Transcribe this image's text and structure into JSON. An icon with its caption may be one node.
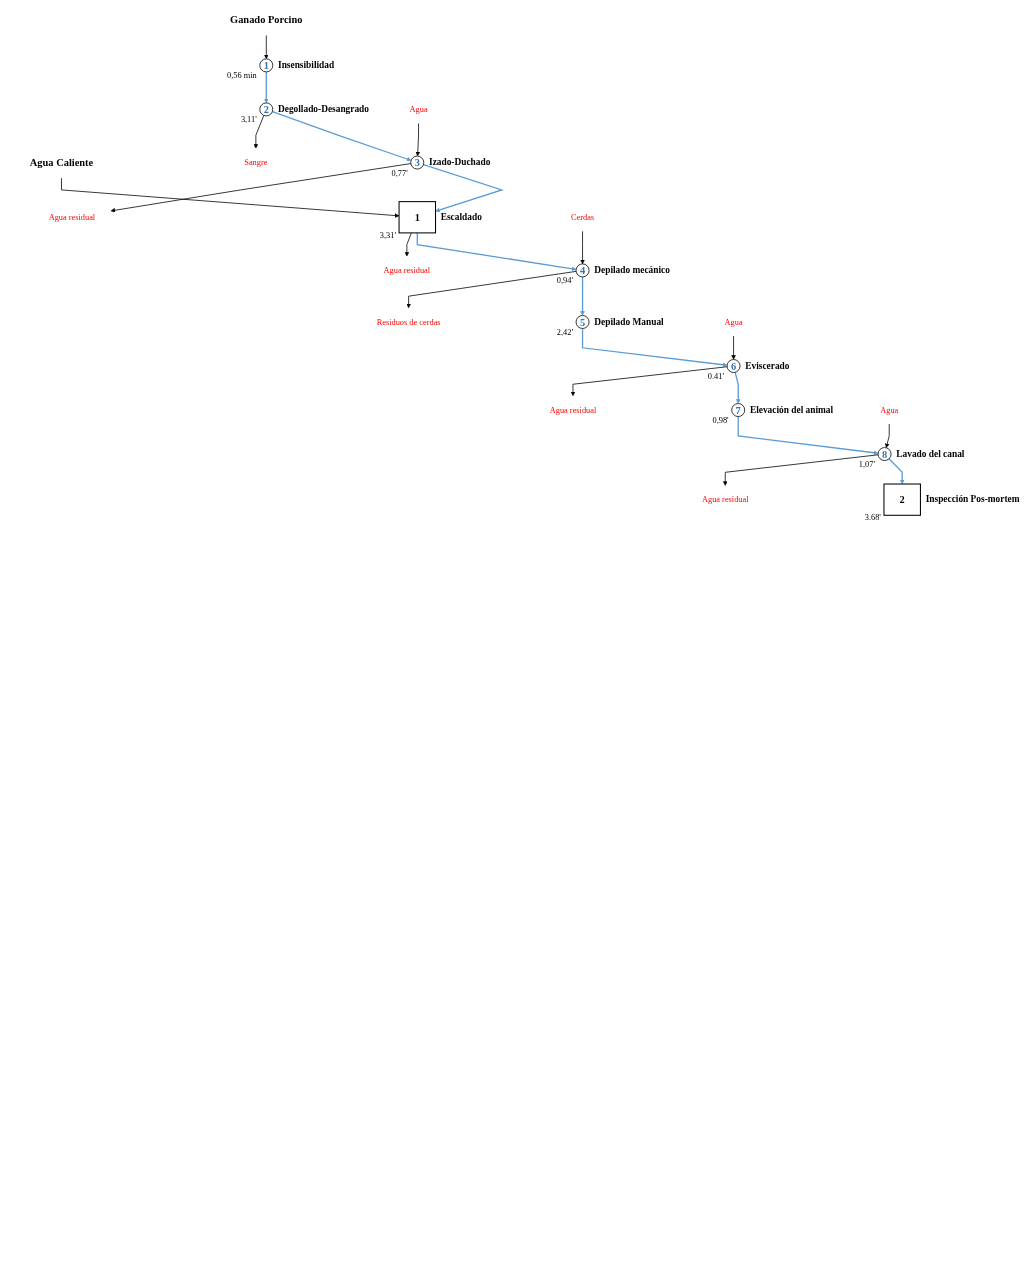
{
  "diagram": {
    "nodes": [
      {
        "text": [
          "Ganado Porcino"
        ]
      },
      {
        "text": [
          "Agua Caliente"
        ]
      },
      {
        "text": [
          "1"
        ],
        "beside": [
          "0,56 min",
          "Insensibilidad"
        ]
      },
      {
        "text": [
          "2"
        ],
        "beside": [
          "3,11'",
          "Degollado-Desangrado"
        ]
      },
      {
        "text": [
          "Sangre"
        ]
      },
      {
        "text": [
          "Agua"
        ]
      },
      {
        "text": [
          "3"
        ],
        "beside": [
          "0,77'",
          "Izado-Duchado"
        ]
      },
      {
        "text": [
          "Agua residual"
        ]
      },
      {
        "text": [
          "1"
        ],
        "beside": [
          "3,31'",
          "Escaldado"
        ]
      },
      {
        "text": [
          "Agua residual"
        ]
      },
      {
        "text": [
          "Cerdas"
        ]
      },
      {
        "text": [
          "4"
        ],
        "beside": [
          "0,94'",
          "Depilado mecánico"
        ]
      },
      {
        "text": [
          "Residuos de cerdas"
        ]
      },
      {
        "text": [
          "5"
        ],
        "beside": [
          "2,42'",
          "Depilado Manual"
        ]
      },
      {
        "text": [
          "Agua"
        ]
      },
      {
        "text": [
          "6"
        ],
        "beside": [
          "0.41'",
          "Eviscerado"
        ]
      },
      {
        "text": [
          "Agua residual"
        ]
      },
      {
        "text": [
          "7"
        ],
        "beside": [
          "0,98'",
          "Elevación del animal"
        ]
      },
      {
        "text": [
          "Agua"
        ]
      },
      {
        "text": [
          "8"
        ],
        "beside": [
          "1,07'",
          "Lavado del canal"
        ]
      },
      {
        "text": [
          "Agua residual"
        ]
      },
      {
        "text": [
          "2"
        ],
        "beside": [
          "3.68'",
          "Inspección Pos-mortem"
        ]
      }
    ],
    "edges": [
      {
        "from": 0,
        "to": 2,
        "arrow": "to"
      },
      {
        "from": 1,
        "to": 8,
        "arrow": "to"
      },
      {
        "from": 2,
        "to": 3,
        "arrow": "to",
        "color": "#5b9bd5"
      },
      {
        "from": 3,
        "to": 4,
        "arrow": "to"
      },
      {
        "from": 5,
        "to": 6,
        "arrow": "to"
      },
      {
        "from": 3,
        "to": 6,
        "arrow": "to",
        "color": "#5b9bd5"
      },
      {
        "from": 6,
        "to": 7,
        "arrow": "to"
      },
      {
        "from": 6,
        "to": 8,
        "arrow": "to",
        "color": "#5b9bd5"
      },
      {
        "from": 8,
        "to": 9,
        "arrow": "to"
      },
      {
        "from": 10,
        "to": 11,
        "arrow": "to"
      },
      {
        "from": 8,
        "to": 11,
        "arrow": "to",
        "color": "#5b9bd5"
      },
      {
        "from": 11,
        "to": 12,
        "arrow": "to"
      },
      {
        "from": 11,
        "to": 13,
        "arrow": "to",
        "color": "#5b9bd5"
      },
      {
        "from": 14,
        "to": 15,
        "arrow": "to"
      },
      {
        "from": 13,
        "to": 15,
        "arrow": "to",
        "color": "#5b9bd5"
      },
      {
        "from": 15,
        "to": 16,
        "arrow": "to"
      },
      {
        "from": 15,
        "to": 17,
        "arrow": "to",
        "color": "#5b9bd5"
      },
      {
        "from": 18,
        "to": 19,
        "arrow": "to"
      },
      {
        "from": 17,
        "to": 19,
        "arrow": "to",
        "color": "#5b9bd5"
      },
      {
        "from": 19,
        "to": 20,
        "arrow": "to"
      },
      {
        "from": 19,
        "to": 21,
        "arrow": "to",
        "color": "#5b9bd5"
      }
    ]
  }
}
